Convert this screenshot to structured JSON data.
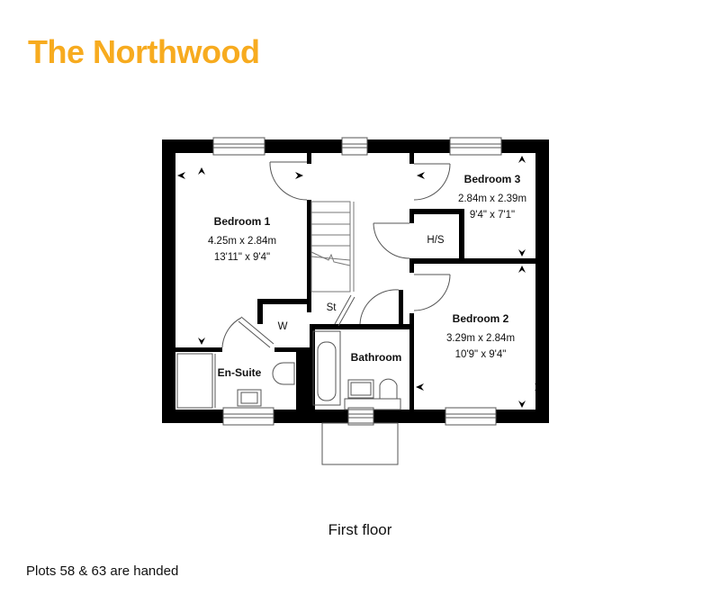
{
  "header": {
    "title": "The Northwood",
    "title_color": "#F7AB1F"
  },
  "plan": {
    "floor_label": "First floor",
    "rooms": [
      {
        "name": "Bedroom 1",
        "metric": "4.25m x 2.84m",
        "imperial": "13'11\" x 9'4\""
      },
      {
        "name": "Bedroom 3",
        "metric": "2.84m x 2.39m",
        "imperial": "9'4\" x 7'1\""
      },
      {
        "name": "Bedroom 2",
        "metric": "3.29m x 2.84m",
        "imperial": "10'9\" x 9'4\""
      },
      {
        "name": "H/S"
      },
      {
        "name": "St"
      },
      {
        "name": "W"
      },
      {
        "name": "En-Suite"
      },
      {
        "name": "Bathroom"
      }
    ],
    "wall_color": "#000000"
  },
  "footer": {
    "note": "Plots 58 & 63 are handed"
  }
}
